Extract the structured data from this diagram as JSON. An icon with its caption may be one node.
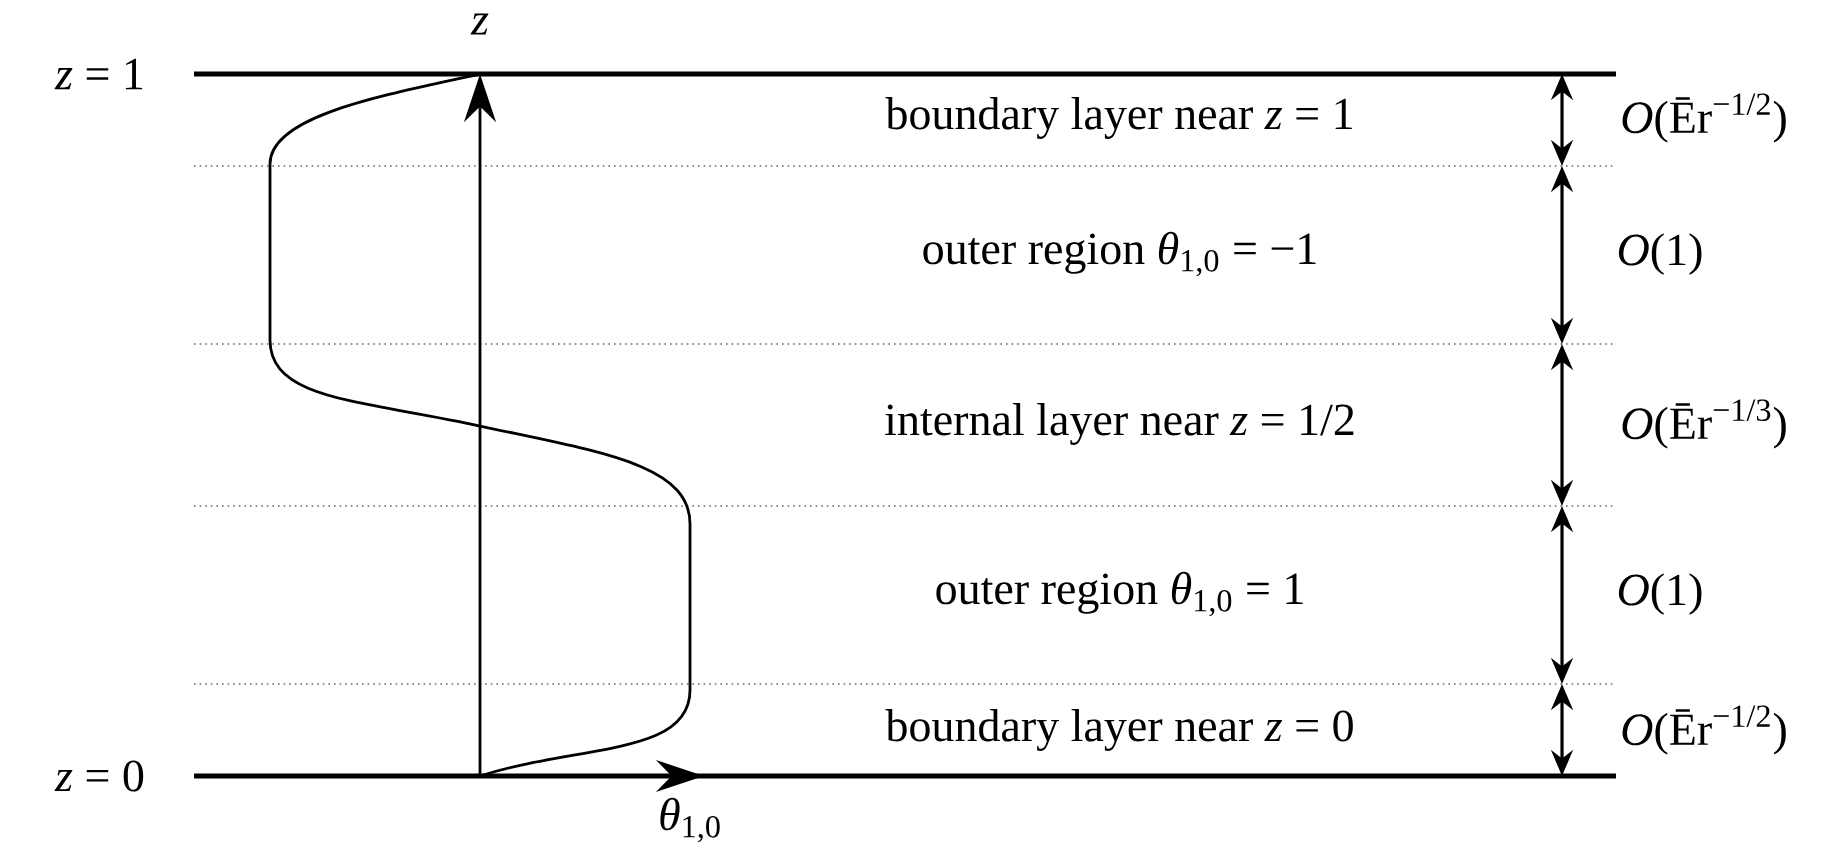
{
  "diagram": {
    "labels": [
      "*z*",
      "*z* = 1",
      "boundary layer near *z* = 1",
      "*O*(Ēr$^{−1/2}$)",
      "outer region *θ*$_{1,0}$ = −1",
      "*O*(1)",
      "internal layer near *z* = 1/2",
      "*O*(Ēr$^{−1/3}$)",
      "outer region *θ*$_{1,0}$ = 1",
      "*O*(1)",
      "*z* = 0",
      "boundary layer near *z* = 0",
      "*O*(Ēr$^{−1/2}$)",
      "*θ*$_{1,0}$"
    ]
  }
}
